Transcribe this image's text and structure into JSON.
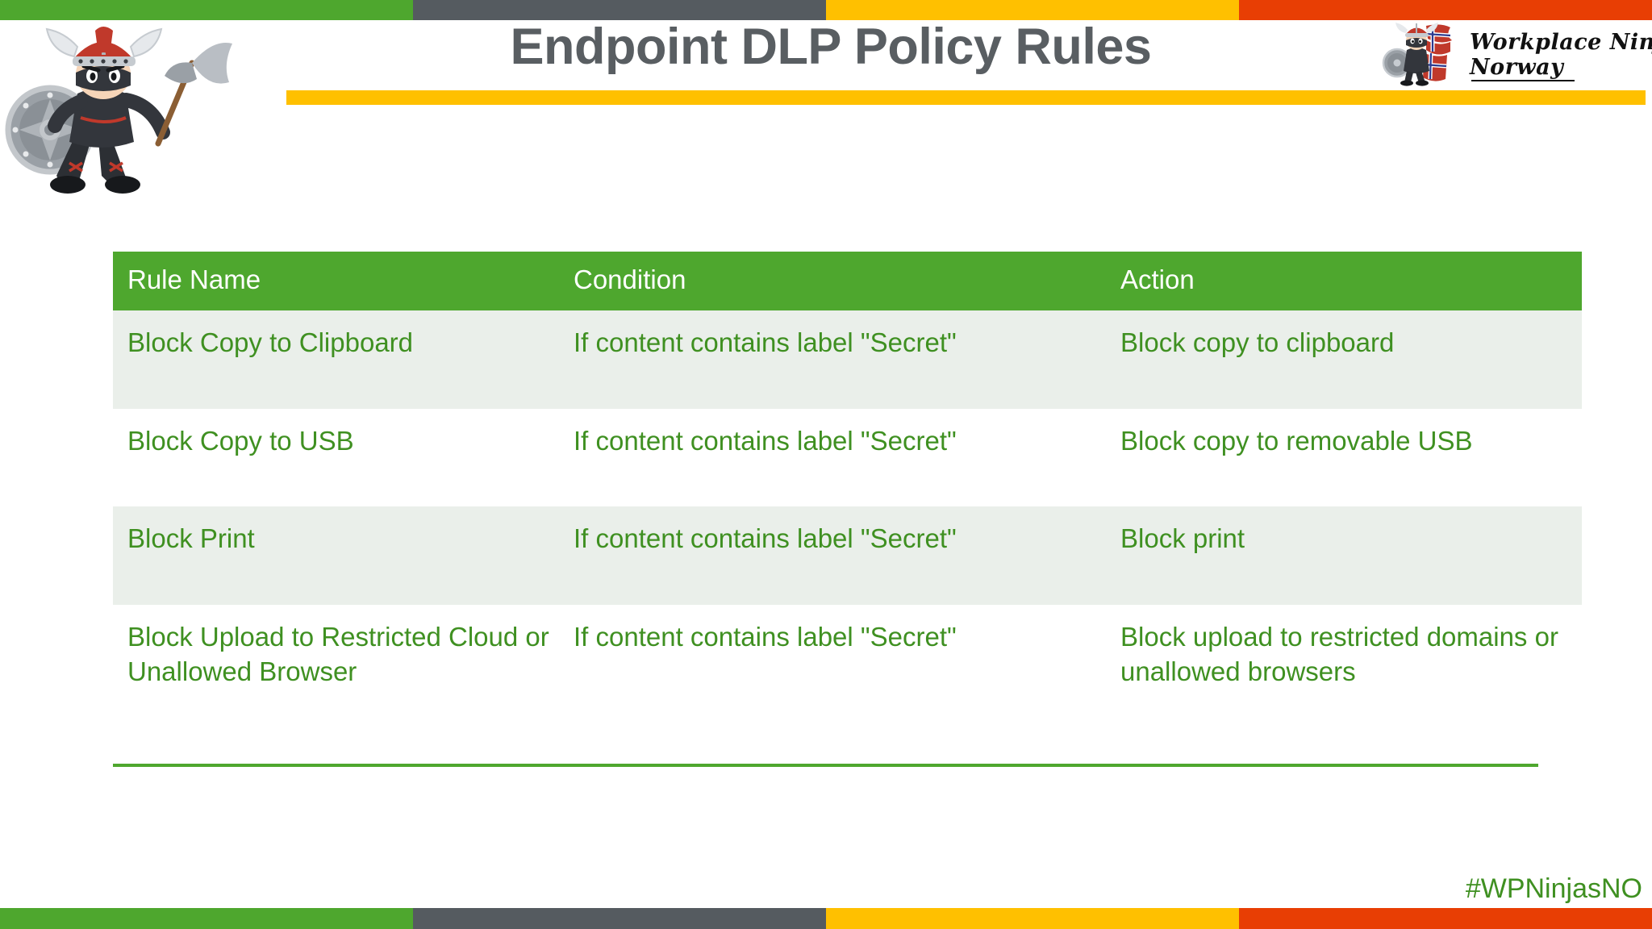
{
  "slide": {
    "title": "Endpoint DLP Policy Rules",
    "accent_colors": {
      "green": "#4EA72E",
      "gray": "#555B60",
      "yellow": "#FFC000",
      "red": "#E83E04",
      "text_green": "#3F9021",
      "title_gray": "#595E62",
      "row_shade": "#EAEFEA"
    }
  },
  "brand": {
    "line1": "Workplace Ninjas",
    "line2": "Norway",
    "mascot_icon": "viking-ninja-icon",
    "flag_icon": "norway-flag-icon"
  },
  "topbar": {
    "segments": [
      "green",
      "gray",
      "yellow",
      "red"
    ]
  },
  "bottombar": {
    "segments": [
      "green",
      "gray",
      "yellow",
      "red"
    ]
  },
  "table": {
    "headers": [
      "Rule Name",
      "Condition",
      "Action"
    ],
    "rows": [
      {
        "rule_name": "Block Copy to Clipboard",
        "condition": "If content contains label \"Secret\"",
        "action": "Block copy to clipboard"
      },
      {
        "rule_name": "Block Copy to USB",
        "condition": "If content contains label \"Secret\"",
        "action": "Block copy to removable USB"
      },
      {
        "rule_name": "Block Print",
        "condition": "If content contains label \"Secret\"",
        "action": "Block print"
      },
      {
        "rule_name": "Block Upload to Restricted Cloud or Unallowed Browser",
        "condition": "If content contains label \"Secret\"",
        "action": "Block upload to restricted domains or unallowed browsers"
      }
    ]
  },
  "footer": {
    "hashtag": "#WPNinjasNO"
  }
}
